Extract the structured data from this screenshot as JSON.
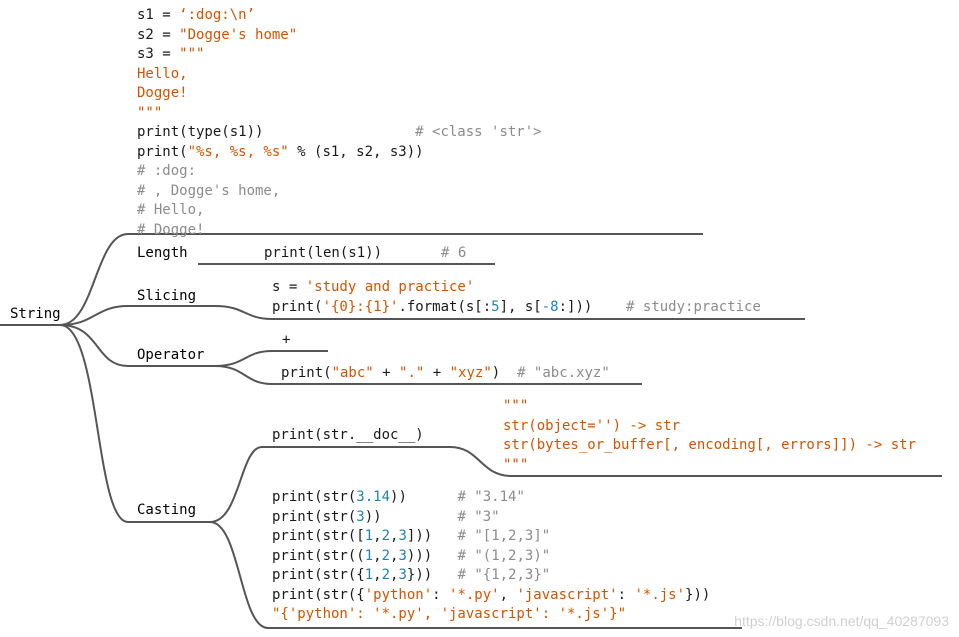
{
  "nodes": {
    "root": "String",
    "length": "Length",
    "slicing": "Slicing",
    "operator": "Operator",
    "casting": "Casting"
  },
  "code": {
    "top": [
      [
        [
          "s1 = ",
          ""
        ],
        [
          "‘:dog:\\n’",
          "s"
        ]
      ],
      [
        [
          "s2 = ",
          ""
        ],
        [
          "\"Dogge's home\"",
          "s"
        ]
      ],
      [
        [
          "s3 = ",
          ""
        ],
        [
          "\"\"\"",
          "s"
        ]
      ],
      [
        [
          "Hello,",
          "s"
        ]
      ],
      [
        [
          "Dogge!",
          "s"
        ]
      ],
      [
        [
          "\"\"\"",
          "s"
        ]
      ],
      [
        [
          "print(type(s1))",
          ""
        ],
        [
          "                  # <class 'str'>",
          "c"
        ]
      ],
      [
        [
          "print(",
          ""
        ],
        [
          "\"%s, %s, %s\"",
          "s"
        ],
        [
          " % (s1, s2, s3))",
          ""
        ]
      ],
      [
        [
          "# :dog:",
          "c"
        ]
      ],
      [
        [
          "# , Dogge's home,",
          "c"
        ]
      ],
      [
        [
          "# Hello,",
          "c"
        ]
      ],
      [
        [
          "# Dogge!",
          "c"
        ]
      ]
    ],
    "length": [
      [
        [
          "print(len(s1))",
          ""
        ],
        [
          "       # 6",
          "c"
        ]
      ]
    ],
    "slicing": [
      [
        [
          "s = ",
          ""
        ],
        [
          "'study and practice'",
          "s"
        ]
      ],
      [
        [
          "print(",
          ""
        ],
        [
          "'{0}:{1}'",
          "s"
        ],
        [
          ".format(s[:",
          ""
        ],
        [
          "5",
          "n"
        ],
        [
          "], s[",
          ""
        ],
        [
          "-8",
          "n"
        ],
        [
          ":]))",
          ""
        ],
        [
          "    # study:practice",
          "c"
        ]
      ]
    ],
    "operator_plus": [
      [
        [
          "+",
          ""
        ]
      ]
    ],
    "operator_expr": [
      [
        [
          "print(",
          ""
        ],
        [
          "\"abc\"",
          "s"
        ],
        [
          " + ",
          ""
        ],
        [
          "\".\"",
          "s"
        ],
        [
          " + ",
          ""
        ],
        [
          "\"xyz\"",
          "s"
        ],
        [
          ")  ",
          ""
        ],
        [
          "# \"abc.xyz\"",
          "c"
        ]
      ]
    ],
    "casting_doc": [
      [
        [
          "print(str.__doc__)",
          ""
        ]
      ]
    ],
    "casting_doc_result": [
      [
        [
          "\"\"\"",
          "s"
        ]
      ],
      [
        [
          "str(object='') -> str",
          "s"
        ]
      ],
      [
        [
          "str(bytes_or_buffer[, encoding[, errors]]) -> str",
          "s"
        ]
      ],
      [
        [
          "\"\"\"",
          "s"
        ]
      ]
    ],
    "casting_examples": [
      [
        [
          "print(str(",
          ""
        ],
        [
          "3.14",
          "n"
        ],
        [
          "))      ",
          ""
        ],
        [
          "# \"3.14\"",
          "c"
        ]
      ],
      [
        [
          "print(str(",
          ""
        ],
        [
          "3",
          "n"
        ],
        [
          "))         ",
          ""
        ],
        [
          "# \"3\"",
          "c"
        ]
      ],
      [
        [
          "print(str([",
          ""
        ],
        [
          "1",
          "n"
        ],
        [
          ",",
          ""
        ],
        [
          "2",
          "n"
        ],
        [
          ",",
          ""
        ],
        [
          "3",
          "n"
        ],
        [
          "]))   ",
          ""
        ],
        [
          "# \"[1,2,3]\"",
          "c"
        ]
      ],
      [
        [
          "print(str((",
          ""
        ],
        [
          "1",
          "n"
        ],
        [
          ",",
          ""
        ],
        [
          "2",
          "n"
        ],
        [
          ",",
          ""
        ],
        [
          "3",
          "n"
        ],
        [
          ")))   ",
          ""
        ],
        [
          "# \"(1,2,3)\"",
          "c"
        ]
      ],
      [
        [
          "print(str({",
          ""
        ],
        [
          "1",
          "n"
        ],
        [
          ",",
          ""
        ],
        [
          "2",
          "n"
        ],
        [
          ",",
          ""
        ],
        [
          "3",
          "n"
        ],
        [
          "}))   ",
          ""
        ],
        [
          "# \"{1,2,3}\"",
          "c"
        ]
      ],
      [
        [
          "print(str({",
          ""
        ],
        [
          "'python'",
          "s"
        ],
        [
          ": ",
          ""
        ],
        [
          "'*.py'",
          "s"
        ],
        [
          ", ",
          ""
        ],
        [
          "'javascript'",
          "s"
        ],
        [
          ": ",
          ""
        ],
        [
          "'*.js'",
          "s"
        ],
        [
          "}))",
          ""
        ]
      ],
      [
        [
          "\"{'python': '*.py', 'javascript': '*.js'}\"",
          "s"
        ]
      ]
    ]
  },
  "watermark": "https://blog.csdn.net/qq_40287093",
  "colors": {
    "string": "#d35400",
    "comment": "#8c8c8c",
    "number": "#1f83b5",
    "line": "#555555"
  }
}
